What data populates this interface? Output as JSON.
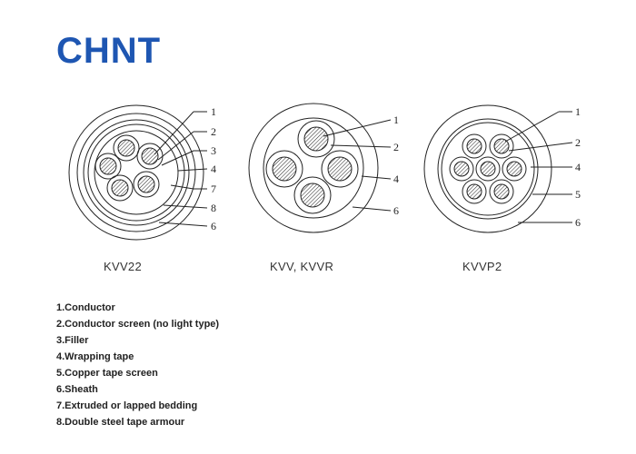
{
  "logo": {
    "text": "CHNT",
    "color": "#1e56b2"
  },
  "diagrams": [
    {
      "label": "KVV22",
      "callouts": [
        "1",
        "2",
        "3",
        "4",
        "7",
        "8",
        "6"
      ]
    },
    {
      "label": "KVV, KVVR",
      "callouts": [
        "1",
        "2",
        "4",
        "6"
      ]
    },
    {
      "label": "KVVP2",
      "callouts": [
        "1",
        "2",
        "4",
        "5",
        "6"
      ]
    }
  ],
  "legend": [
    "1.Conductor",
    "2.Conductor screen (no light type)",
    "3.Filler",
    "4.Wrapping tape",
    "5.Copper tape screen",
    "6.Sheath",
    "7.Extruded or lapped bedding",
    "8.Double steel tape armour"
  ]
}
